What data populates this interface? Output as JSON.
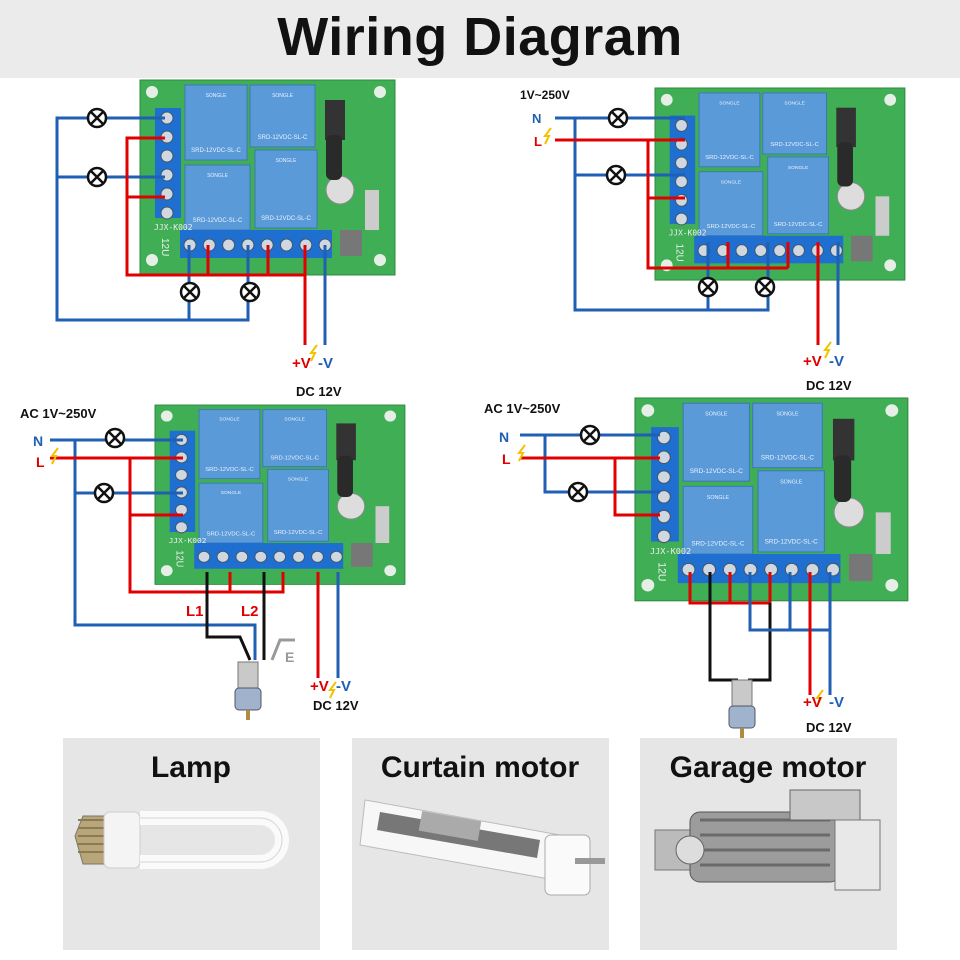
{
  "title": "Wiring Diagram",
  "board": {
    "model": "JJX-K002",
    "voltage_mark": "12U",
    "relay_brand": "SONGLE",
    "relay_model": "SRD-12VDC-SL-C"
  },
  "panels": [
    {
      "dc_plus": "+V",
      "dc_minus": "-V",
      "dc_label": "DC 12V"
    },
    {
      "ac_label": "1V~250V",
      "n": "N",
      "l": "L",
      "dc_plus": "+V",
      "dc_minus": "-V",
      "dc_label": "DC 12V"
    },
    {
      "ac_label": "AC 1V~250V",
      "n": "N",
      "l": "L",
      "l1": "L1",
      "l2": "L2",
      "e": "E",
      "dc_plus": "+V",
      "dc_minus": "-V",
      "dc_label": "DC 12V"
    },
    {
      "ac_label": "AC 1V~250V",
      "n": "N",
      "l": "L",
      "dc_plus": "+V",
      "dc_minus": "-V",
      "dc_label": "DC 12V"
    }
  ],
  "cards": [
    {
      "label": "Lamp",
      "icon": "lamp-icon"
    },
    {
      "label": "Curtain motor",
      "icon": "curtain-motor-icon"
    },
    {
      "label": "Garage motor",
      "icon": "garage-motor-icon"
    }
  ],
  "colors": {
    "live": "#e00000",
    "neutral": "#1f5fb4",
    "motor_wire": "#111111",
    "board": "#3fae55",
    "terminal": "#1e6fd0",
    "relay": "#5b9ad8",
    "n_label": "#1f5fb4",
    "l_label": "#e00000"
  }
}
